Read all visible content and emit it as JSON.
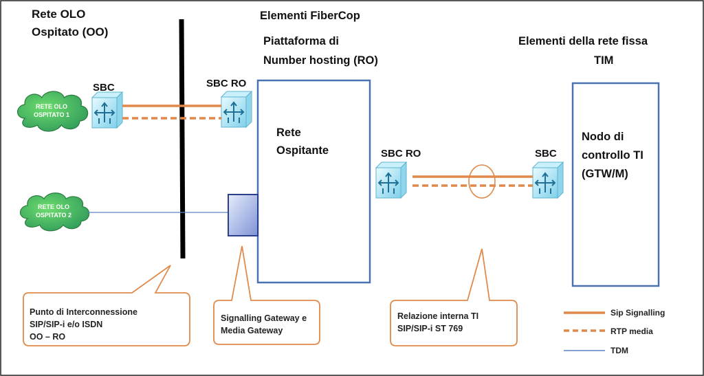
{
  "zones": {
    "olo_title_1": "Rete OLO",
    "olo_title_2": "Ospitato (OO)",
    "fibercop_title": "Elementi FiberCop",
    "platform_title_1": "Piattaforma di",
    "platform_title_2": "Number hosting (RO)",
    "tim_title_1": "Elementi della rete fissa",
    "tim_title_2": "TIM"
  },
  "clouds": {
    "cloud1_line1": "RETE OLO",
    "cloud1_line2": "OSPITATO 1",
    "cloud2_line1": "RETE OLO",
    "cloud2_line2": "OSPITATO 2"
  },
  "devices": {
    "sbc_left": "SBC",
    "sbc_ro_top": "SBC RO",
    "sbc_ro_mid": "SBC RO",
    "sbc_right": "SBC"
  },
  "boxes": {
    "rete_ospitante_1": "Rete",
    "rete_ospitante_2": "Ospitante",
    "nodo_1": "Nodo di",
    "nodo_2": "controllo TI",
    "nodo_3": "(GTW/M)"
  },
  "callouts": {
    "interconnect_1": "Punto di Interconnessione",
    "interconnect_2": "SIP/SIP-i e/o ISDN",
    "interconnect_3": "OO – RO",
    "gateway_1": "Signalling Gateway e",
    "gateway_2": "Media Gateway",
    "internal_1": "Relazione interna TI",
    "internal_2": "SIP/SIP-i  ST 769"
  },
  "legend": {
    "sip": "Sip Signalling",
    "rtp": "RTP media",
    "tdm": "TDM"
  },
  "colors": {
    "sip_line": "#e0894a",
    "box_border": "#4a72b0",
    "callout_border": "#e0894a",
    "cloud_fill": "#3fbf55",
    "tdm_line": "#5b84c4"
  }
}
